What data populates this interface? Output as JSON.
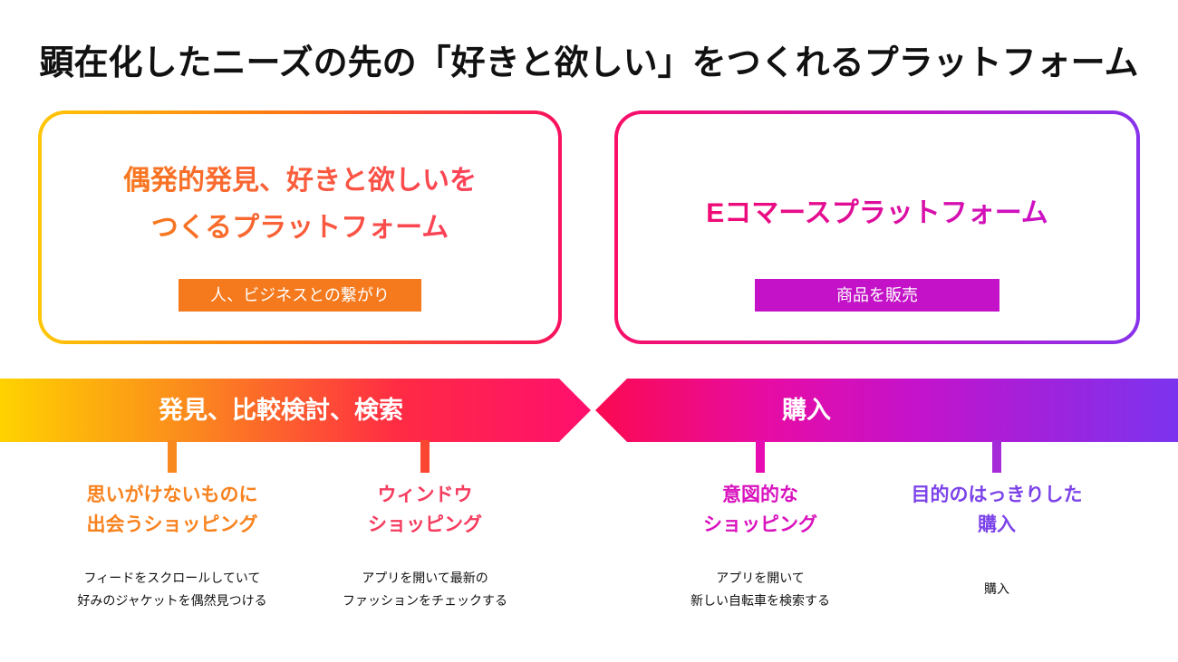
{
  "title": "顕在化したニーズの先の「好きと欲しい」をつくれるプラットフォーム",
  "left_card": {
    "heading_line1": "偶発的発見、好きと欲しいを",
    "heading_line2": "つくるプラットフォーム",
    "badge": "人、ビジネスとの繋がり"
  },
  "right_card": {
    "heading": "Eコマースプラットフォーム",
    "badge": "商品を販売"
  },
  "bands": {
    "left_label": "発見、比較検討、検索",
    "right_label": "購入"
  },
  "columns": [
    {
      "heading_line1": "思いがけないものに",
      "heading_line2": "出会うショッピング",
      "desc_line1": "フィードをスクロールしていて",
      "desc_line2": "好みのジャケットを偶然見つける",
      "heading_color": "#F8821E",
      "tick_color": "#F8891E"
    },
    {
      "heading_line1": "ウィンドウ",
      "heading_line2": "ショッピング",
      "desc_line1": "アプリを開いて最新の",
      "desc_line2": "ファッションをチェックする",
      "heading_color": "#F53C5E",
      "tick_color": "#FB4731"
    },
    {
      "heading_line1": "意図的な",
      "heading_line2": "ショッピング",
      "desc_line1": "アプリを開いて",
      "desc_line2": "新しい自転車を検索する",
      "heading_color": "#D912BE",
      "tick_color": "#E60CB2"
    },
    {
      "heading_line1": "目的のはっきりした",
      "heading_line2": "購入",
      "desc_line1": "購入",
      "heading_color": "#7C43E8",
      "tick_color": "#A52BD8"
    }
  ],
  "colors": {
    "background": "#FFFFFF",
    "title_text": "#111111",
    "left_card_border_gradient": [
      "#FFC607",
      "#F9115E"
    ],
    "left_card_heading_gradient": [
      "#F8791E",
      "#FB4058"
    ],
    "left_badge_bg": "#F5791D",
    "right_card_border_gradient": [
      "#FA0F67",
      "#8733EB"
    ],
    "right_card_heading_gradient": [
      "#F00A74",
      "#CB11C6"
    ],
    "right_badge_bg": "#C312C7",
    "left_band_gradient": [
      "#FFD200",
      "#FF0F6E"
    ],
    "right_band_gradient": [
      "#FB0A50",
      "#7B33EE"
    ],
    "band_label_text": "#FFFFFF",
    "description_text": "#111111"
  }
}
